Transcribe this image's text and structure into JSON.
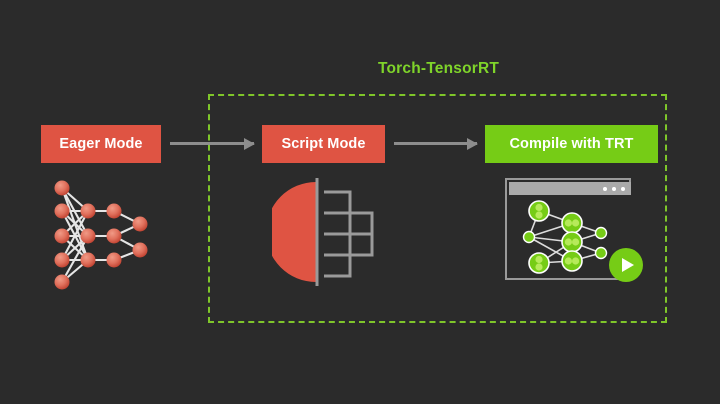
{
  "diagram": {
    "title": "Torch-TensorRT",
    "background_color": "#2b2b2b",
    "group": {
      "label": "Torch-TensorRT",
      "border_color": "#7fc62a",
      "border_style": "dashed"
    },
    "stages": [
      {
        "id": "eager",
        "label": "Eager Mode",
        "color": "#df5443",
        "text_color": "#ffffff",
        "inside_group": false
      },
      {
        "id": "script",
        "label": "Script Mode",
        "color": "#df5443",
        "text_color": "#ffffff",
        "inside_group": true
      },
      {
        "id": "compile",
        "label": "Compile with TRT",
        "color": "#76cc16",
        "text_color": "#ffffff",
        "inside_group": true
      }
    ],
    "arrows": [
      {
        "id": "arrow-1",
        "from": "eager",
        "to": "script",
        "color": "#8d8d8d"
      },
      {
        "id": "arrow-2",
        "from": "script",
        "to": "compile",
        "color": "#8d8d8d"
      }
    ],
    "illustrations": {
      "eager": {
        "name": "neural-network-graph",
        "node_color": "#e06a57",
        "edge_color": "#e8e8e8",
        "layer_sizes": [
          5,
          3,
          3,
          2
        ]
      },
      "script": {
        "name": "script-serialization-glyph",
        "semicircle_color": "#df5443",
        "grid_color": "#9a9a9a"
      },
      "compile": {
        "name": "compiled-engine-window",
        "frame_color": "#9a9a9a",
        "titlebar_color": "#aaaaaa",
        "window_dots": 3,
        "node_color": "#76cc16",
        "node_inner_color": "#b6ea5a",
        "edge_color": "#dcdcdc",
        "play_button_color": "#76cc16",
        "play_icon_color": "#ffffff"
      }
    },
    "accent_colors": {
      "green": "#76cc16",
      "bright_green": "#7fd42a",
      "red": "#df5443",
      "gray": "#8d8d8d"
    }
  }
}
